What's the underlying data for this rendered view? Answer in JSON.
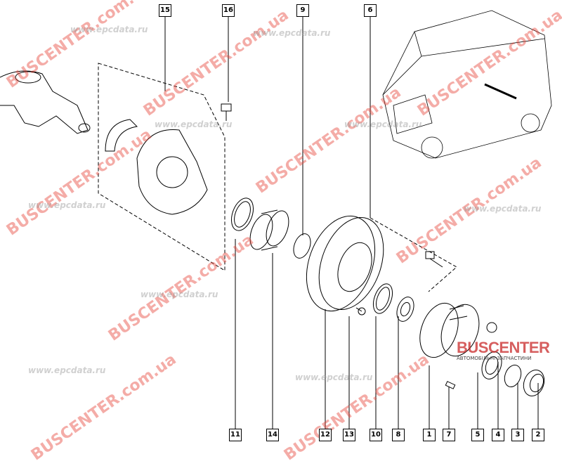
{
  "diagram": {
    "title": "Front wheel hub exploded view",
    "callouts_top": [
      "15",
      "16",
      "9",
      "6"
    ],
    "callouts_bottom": [
      "11",
      "14",
      "12",
      "13",
      "10",
      "8",
      "1",
      "7",
      "5",
      "4",
      "3",
      "2"
    ]
  },
  "watermarks": {
    "red": "BUSCENTER.com.ua",
    "grey": "www.epcdata.ru"
  },
  "logo": {
    "name": "BUSCENTER",
    "subtitle": "АВТОМОБІЛЬНІ ЗАПЧАСТИНИ"
  },
  "colors": {
    "watermark_red": "#e6463c",
    "line": "#000000"
  }
}
